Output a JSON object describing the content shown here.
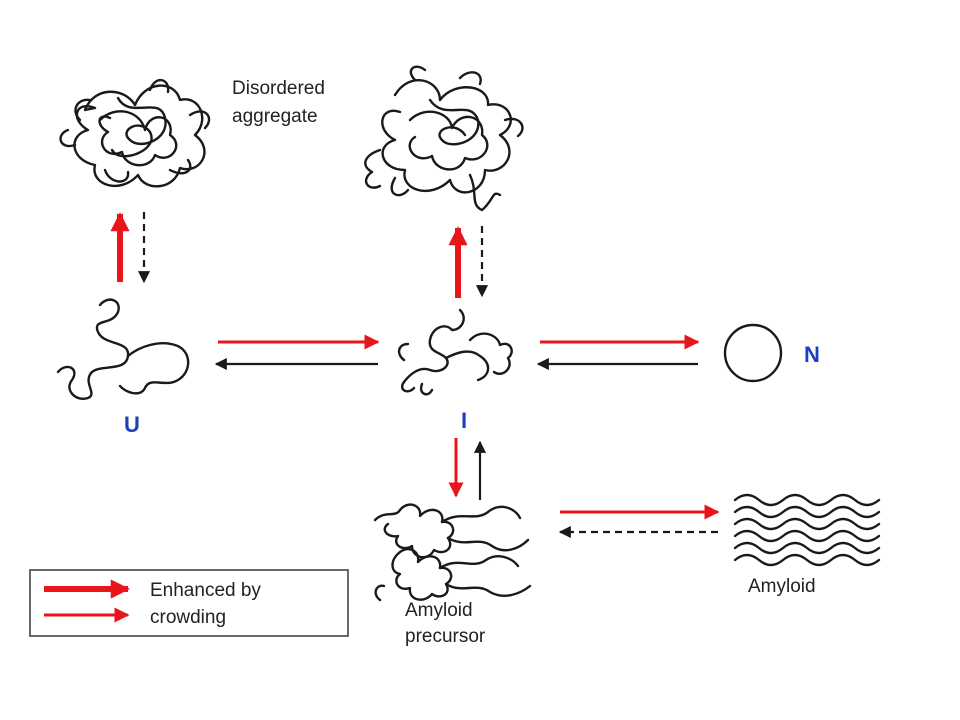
{
  "labels": {
    "disordered_aggregate_line1": "Disordered",
    "disordered_aggregate_line2": "aggregate",
    "state_u": "U",
    "state_i": "I",
    "state_n": "N",
    "amyloid_precursor_line1": "Amyloid",
    "amyloid_precursor_line2": "precursor",
    "amyloid": "Amyloid"
  },
  "legend": {
    "line1": "Enhanced by",
    "line2": "crowding"
  },
  "colors": {
    "enhanced_arrow": "#e8151b",
    "normal_arrow": "#1a1a1a",
    "state_label": "#1f3fbf"
  }
}
